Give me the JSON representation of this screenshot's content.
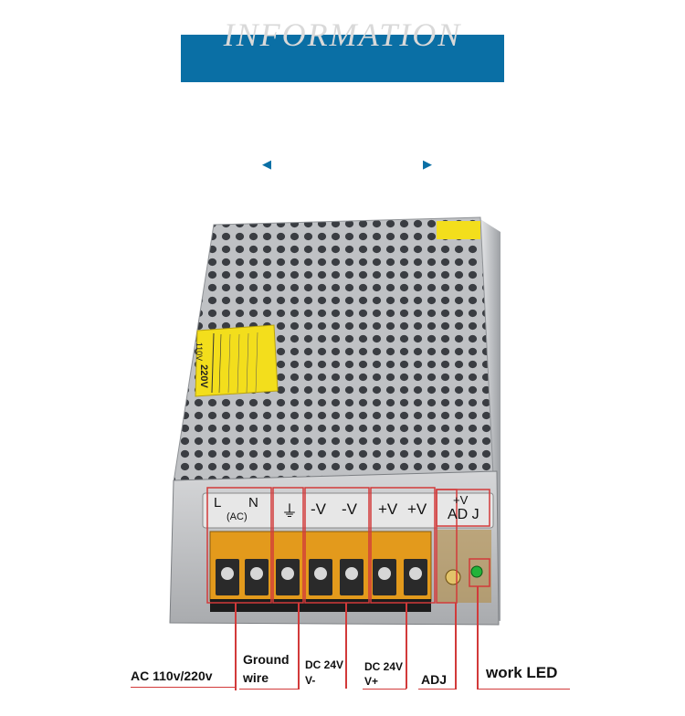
{
  "header": {
    "title": "INFORMATION"
  },
  "carousel": {
    "prev_icon": "triangle-left-icon",
    "next_icon": "triangle-right-icon",
    "arrow_color": "#0a6fa5"
  },
  "psu_front": {
    "terminal_labels": {
      "L": "L",
      "N": "N",
      "AC": "(AC)",
      "minus_v_1": "-V",
      "minus_v_2": "-V",
      "plus_v_1": "+V",
      "plus_v_2": "+V",
      "adj_top": "+V",
      "adj_bottom": "AD J"
    },
    "sticker_text": [
      "110V",
      "220V"
    ]
  },
  "callouts": {
    "ac": "AC 110v/220v",
    "ground_1": "Ground",
    "ground_2": "wire",
    "dc_minus_1": "DC 24V",
    "dc_minus_2": "V-",
    "dc_plus_1": "DC 24V",
    "dc_plus_2": "V+",
    "adj": "ADJ",
    "led": "work LED"
  },
  "colors": {
    "callout": "#d23a3a",
    "banner": "#0a6fa5",
    "sticker": "#f3de1c",
    "terminal": "#e39a1c"
  }
}
